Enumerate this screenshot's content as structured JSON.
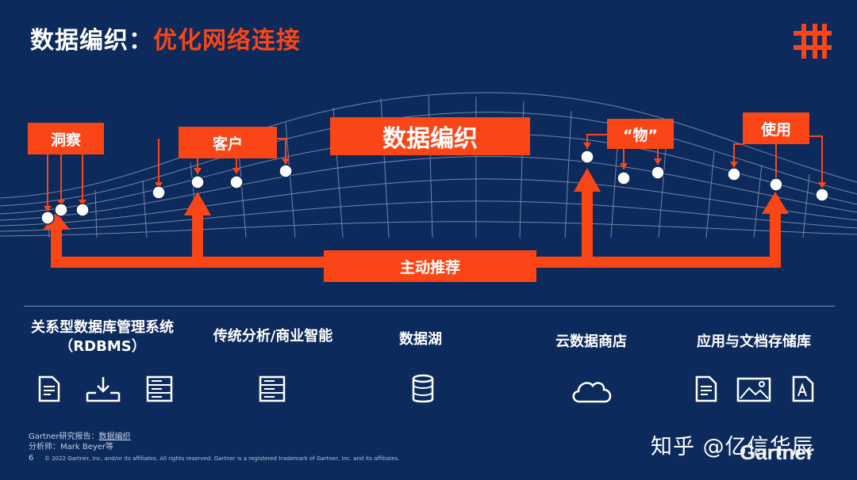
{
  "slide": {
    "title_main": "数据编织：",
    "title_sub": "优化网络连接",
    "hub_label": "数据编织",
    "nodes": {
      "insight": "洞察",
      "customer": "客户",
      "things": "“物”",
      "usage": "使用"
    },
    "engine_label": "主动推荐",
    "categories": {
      "rdbms_line1": "关系型数据库管理系统",
      "rdbms_line2": "（RDBMS）",
      "analytics": "传统分析/商业智能",
      "lake": "数据湖",
      "cloud_store": "云数据商店",
      "doc_store": "应用与文档存储库"
    },
    "footer": {
      "report_prefix": "Gartner研究报告：",
      "report_link": "数据编织",
      "analyst": "分析师：Mark Beyer等",
      "page_number": "6",
      "copyright": "© 2022 Gartner, Inc. and/or its affiliates. All rights reserved. Gartner is a registered trademark of Gartner, Inc. and its affiliates."
    },
    "watermark": "知乎 @亿信华辰",
    "brand": "Gartner",
    "colors": {
      "background": "#0c2a5b",
      "accent": "#fa4616",
      "grid": "#c7d2e4"
    }
  }
}
